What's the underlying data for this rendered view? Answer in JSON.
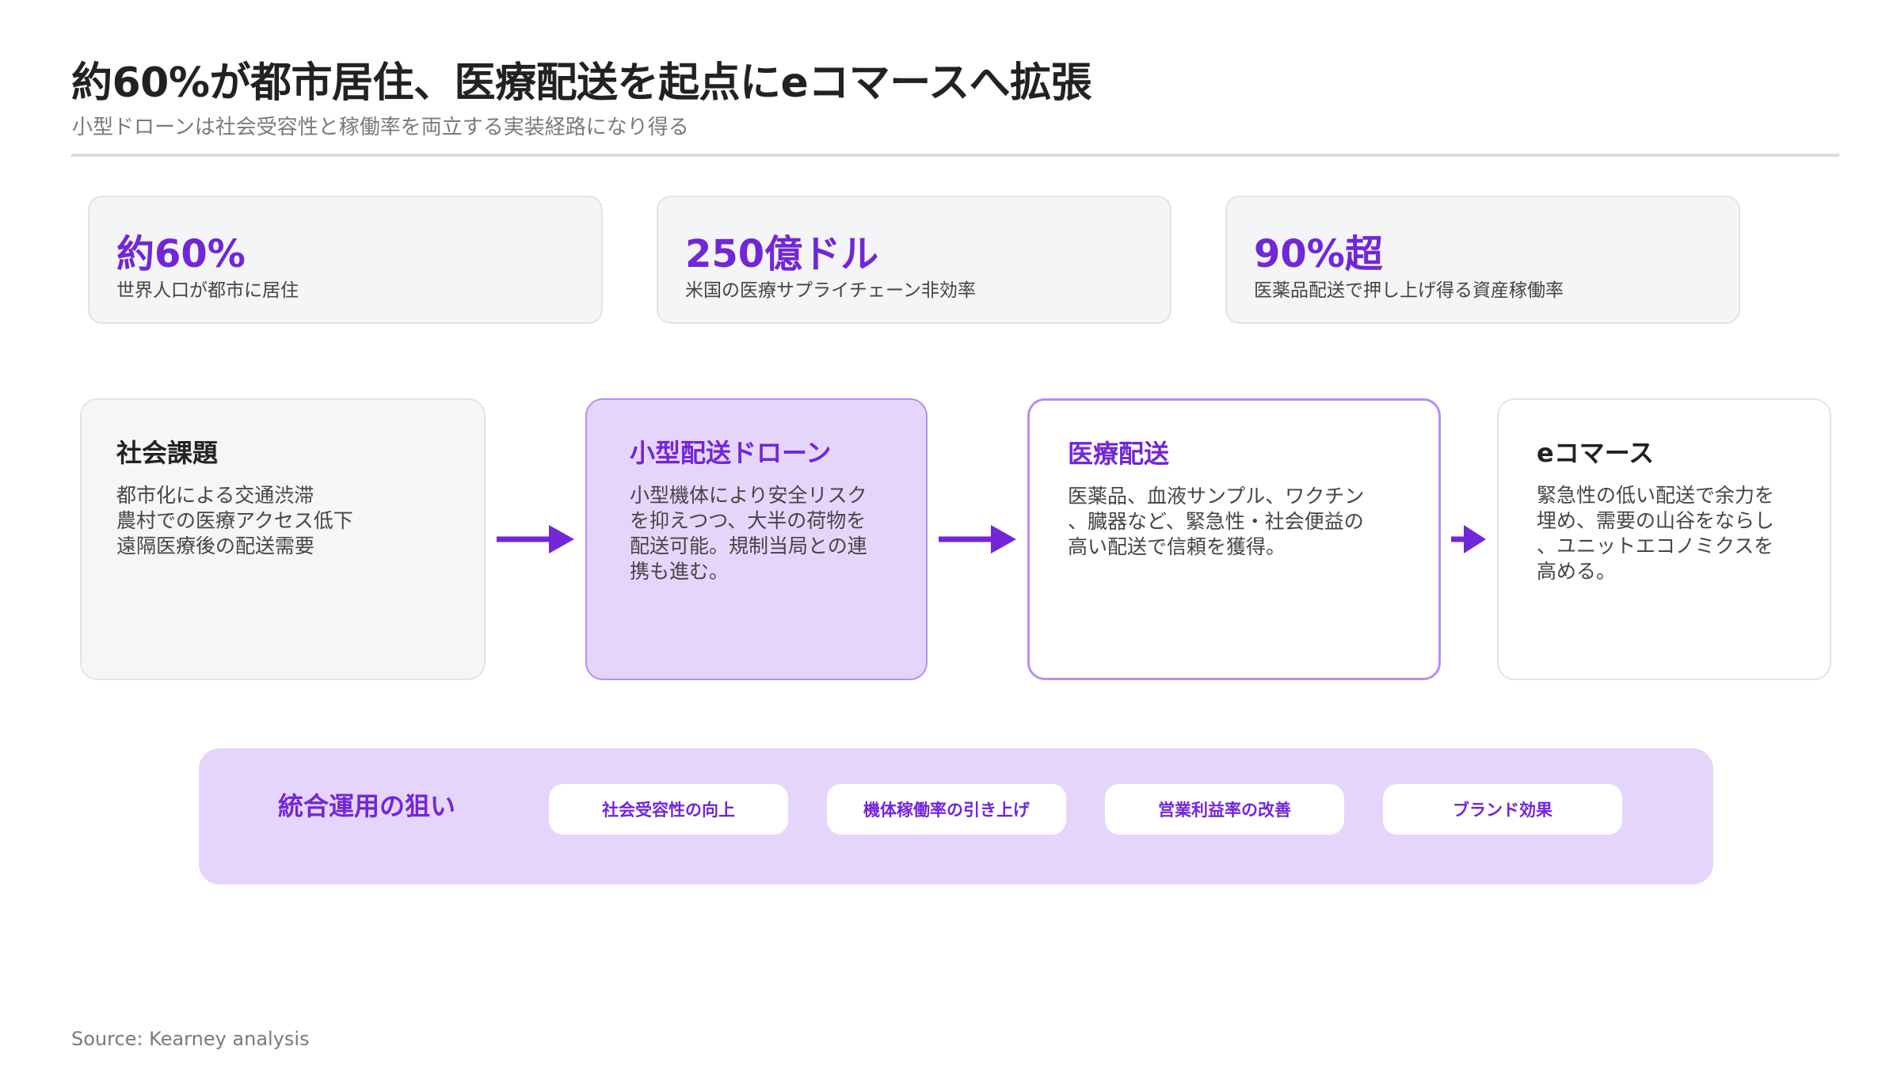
{
  "header": {
    "title": "約60%が都市居住、医療配送を起点にeコマースへ拡張",
    "subtitle": "小型ドローンは社会受容性と稼働率を両立する実装経路になり得る"
  },
  "kpis": [
    {
      "value": "約60%",
      "label": "世界人口が都市に居住"
    },
    {
      "value": "250億ドル",
      "label": "米国の医療サプライチェーン非効率"
    },
    {
      "value": "90%超",
      "label": "医薬品配送で押し上げ得る資産稼働率"
    }
  ],
  "flow": [
    {
      "title": "社会課題",
      "body": "都市化による交通渋滞\n農村での医療アクセス低下\n遠隔医療後の配送需要"
    },
    {
      "title": "小型配送ドローン",
      "body": "小型機体により安全リスク\nを抑えつつ、大半の荷物を\n配送可能。規制当局との連\n携も進む。"
    },
    {
      "title": "医療配送",
      "body": "医薬品、血液サンプル、ワクチン\n、臓器など、緊急性・社会便益の\n高い配送で信頼を獲得。"
    },
    {
      "title": "eコマース",
      "body": "緊急性の低い配送で余力を\n埋め、需要の山谷をならし\n、ユニットエコノミクスを\n高める。"
    }
  ],
  "goals": {
    "title": "統合運用の狙い",
    "items": [
      "社会受容性の向上",
      "機体稼働率の引き上げ",
      "営業利益率の改善",
      "ブランド効果"
    ]
  },
  "source": "Source: Kearney analysis",
  "colors": {
    "accent": "#7226d8",
    "accent_light": "#e6d5fb",
    "accent_border": "#b68ef0",
    "neutral_card": "#f4f5f7"
  }
}
